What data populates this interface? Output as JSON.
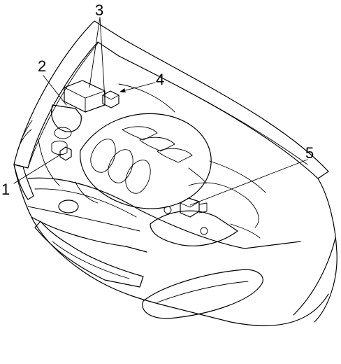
{
  "figure": {
    "subject": "engine-bay",
    "callouts": [
      {
        "id": "1",
        "label": "1"
      },
      {
        "id": "2",
        "label": "2"
      },
      {
        "id": "3",
        "label": "3"
      },
      {
        "id": "4",
        "label": "4"
      },
      {
        "id": "5",
        "label": "5"
      }
    ]
  },
  "colors": {
    "line": "#000000",
    "background": "#ffffff"
  }
}
